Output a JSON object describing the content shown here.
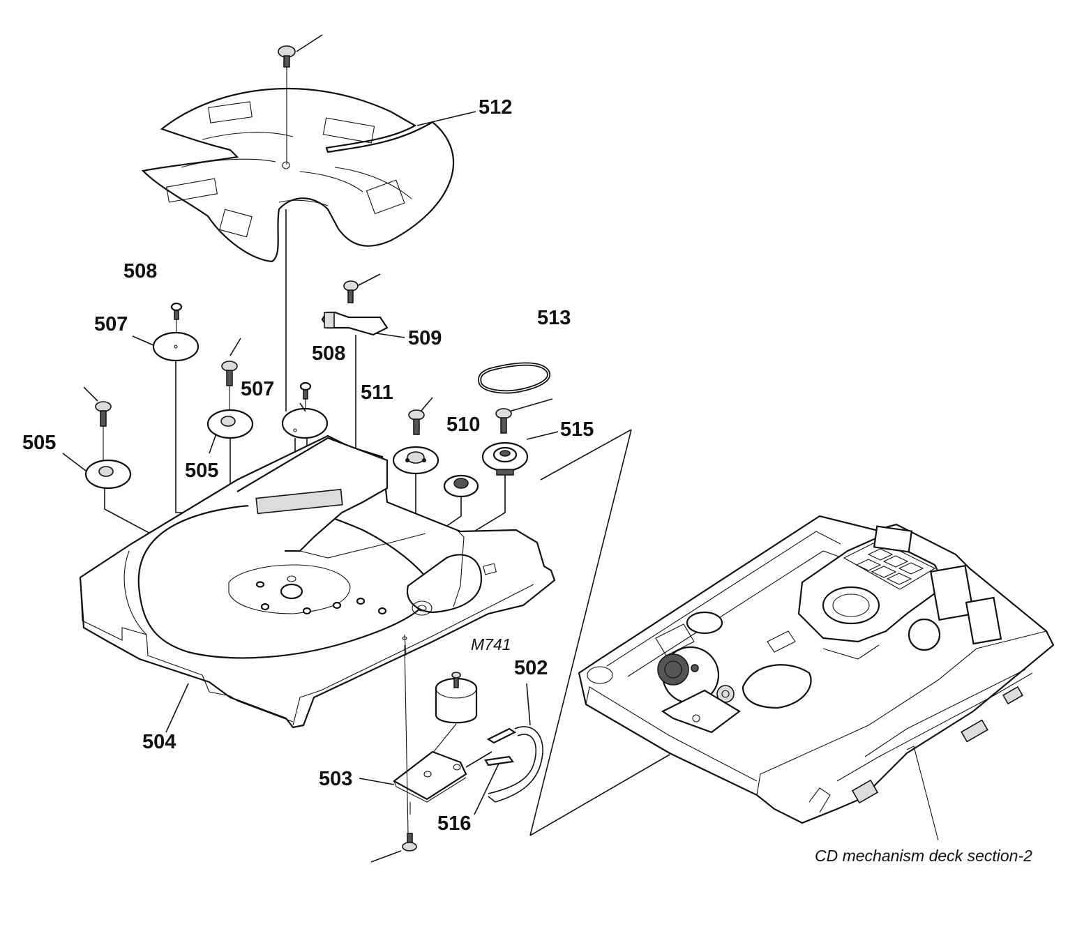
{
  "labels": {
    "p512": "512",
    "p508a": "508",
    "p507a": "507",
    "p509": "509",
    "p513": "513",
    "p508b": "508",
    "p507b": "507",
    "p511": "511",
    "p510": "510",
    "p515": "515",
    "p505a": "505",
    "p505b": "505",
    "m741": "M741",
    "p502": "502",
    "p504": "504",
    "p503": "503",
    "p516": "516"
  },
  "caption": "CD mechanism deck section-2"
}
